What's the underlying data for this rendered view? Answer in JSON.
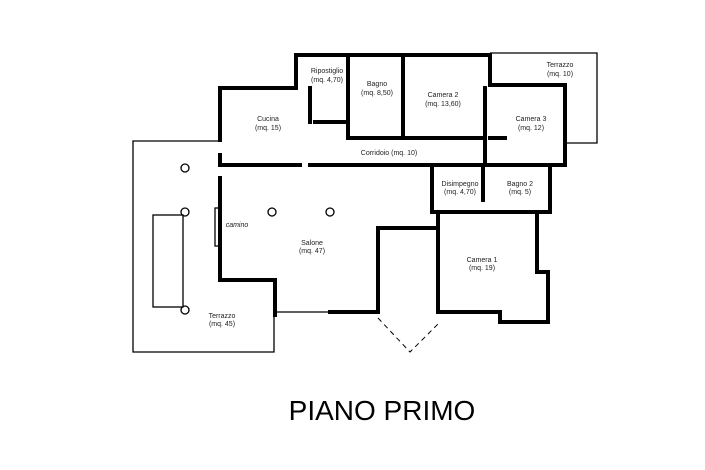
{
  "title": "PIANO PRIMO",
  "rooms": [
    {
      "name": "Ripostiglio",
      "area": "(mq. 4,70)"
    },
    {
      "name": "Bagno",
      "area": "(mq. 8,50)"
    },
    {
      "name": "Camera 2",
      "area": "(mq. 13,60)"
    },
    {
      "name": "Terrazzo",
      "area": "(mq. 10)"
    },
    {
      "name": "Cucina",
      "area": "(mq. 15)"
    },
    {
      "name": "Camera 3",
      "area": "(mq. 12)"
    },
    {
      "name": "Corridoio (mq. 10)",
      "area": ""
    },
    {
      "name": "Disimpegno",
      "area": "(mq. 4,70)"
    },
    {
      "name": "Bagno 2",
      "area": "(mq. 5)"
    },
    {
      "name": "Salone",
      "area": "(mq. 47)"
    },
    {
      "name": "Camera 1",
      "area": "(mq. 19)"
    },
    {
      "name": "Terrazzo",
      "area": "(mq. 45)"
    }
  ],
  "annotations": {
    "fireplace": "camino"
  }
}
